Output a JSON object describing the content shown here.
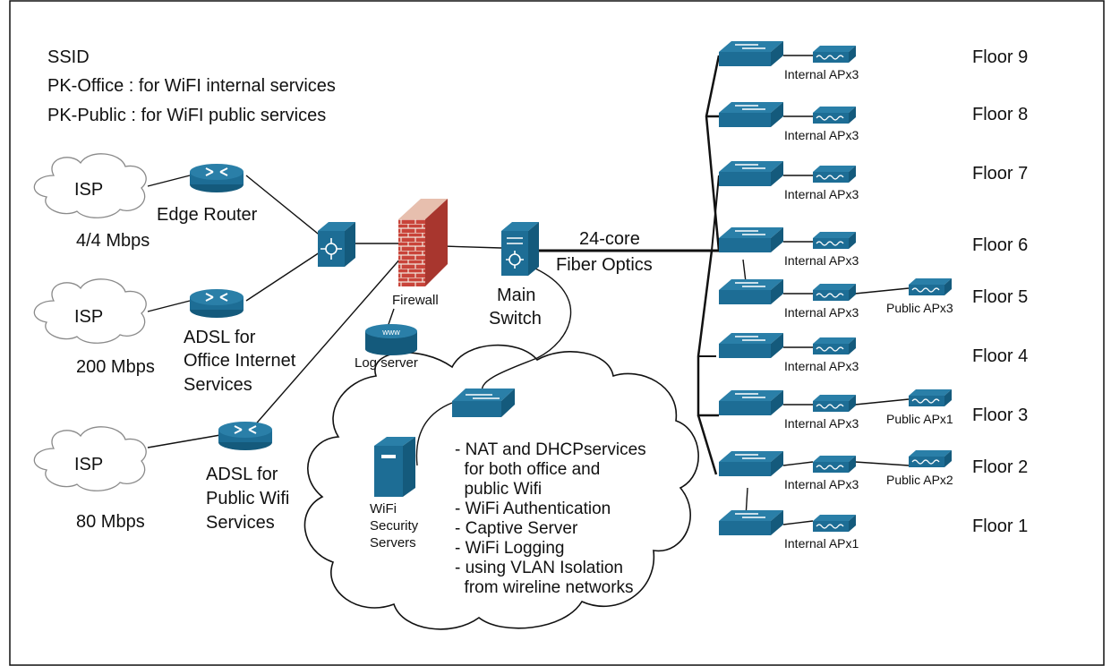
{
  "ssid": {
    "heading": "SSID",
    "office": "PK-Office : for WiFI internal services",
    "public": "PK-Public : for WiFI public services"
  },
  "isps": [
    {
      "label": "ISP",
      "speed": "4/4 Mbps"
    },
    {
      "label": "ISP",
      "speed": "200 Mbps"
    },
    {
      "label": "ISP",
      "speed": "80 Mbps"
    }
  ],
  "routers": {
    "edge": "Edge Router",
    "adsl_office": [
      "ADSL for",
      "Office Internet",
      "Services"
    ],
    "adsl_public": [
      "ADSL for",
      "Public Wifi",
      "Services"
    ]
  },
  "firewall": "Firewall",
  "log_server": {
    "label": "Log server",
    "badge": "www"
  },
  "main_switch": [
    "Main",
    "Switch"
  ],
  "fiber": [
    "24-core",
    "Fiber Optics"
  ],
  "wifi_cloud": {
    "server_label": [
      "WiFi",
      "Security",
      "Servers"
    ],
    "services": [
      "- NAT and DHCPservices",
      "  for both office and",
      "  public Wifi",
      "- WiFi Authentication",
      "- Captive Server",
      "- WiFi Logging",
      "- using VLAN Isolation",
      "  from wireline networks"
    ]
  },
  "floors": [
    {
      "name": "Floor 9",
      "internal": "Internal APx3",
      "public": ""
    },
    {
      "name": "Floor 8",
      "internal": "Internal APx3",
      "public": ""
    },
    {
      "name": "Floor 7",
      "internal": "Internal APx3",
      "public": ""
    },
    {
      "name": "Floor 6",
      "internal": "Internal APx3",
      "public": ""
    },
    {
      "name": "Floor 5",
      "internal": "Internal APx3",
      "public": "Public APx3"
    },
    {
      "name": "Floor 4",
      "internal": "Internal APx3",
      "public": ""
    },
    {
      "name": "Floor 3",
      "internal": "Internal APx3",
      "public": "Public APx1"
    },
    {
      "name": "Floor 2",
      "internal": "Internal APx3",
      "public": "Public APx2"
    },
    {
      "name": "Floor 1",
      "internal": "Internal APx1",
      "public": ""
    }
  ],
  "colors": {
    "device_top": "#2a7fa8",
    "device_side": "#145a7c",
    "device_front": "#1d6d95",
    "firewall_brick": "#c9443a",
    "line": "#111111",
    "border": "#111111"
  }
}
